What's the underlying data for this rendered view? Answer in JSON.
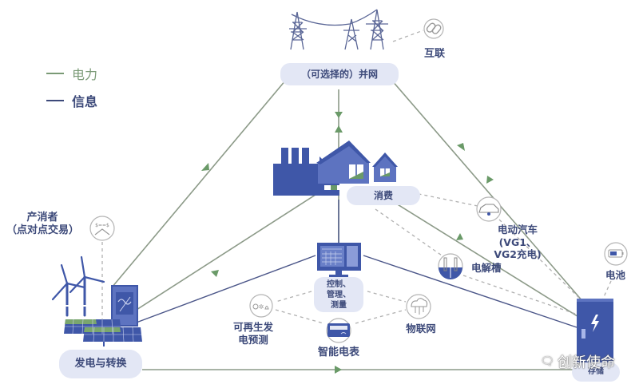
{
  "colors": {
    "power": "#7a9a76",
    "info": "#3d4a7a",
    "arrow_green": "#6a9a68",
    "icon_blue": "#3f57a8",
    "pill_bg": "#e3e7f5",
    "dashed": "#a8a8a8"
  },
  "legend": [
    {
      "label": "电力",
      "type": "power"
    },
    {
      "label": "信息",
      "type": "info"
    }
  ],
  "nodes": {
    "grid": {
      "label": "（可选择的）并网",
      "icon": "power-tower-icon"
    },
    "interconnect": {
      "label": "互联",
      "icon": "chain-link-icon"
    },
    "consumption": {
      "label": "消费",
      "icon": "factory-house-icon"
    },
    "prosumer": {
      "label": "产消者\n（点对点交易）",
      "line1": "产消者",
      "line2": "（点对点交易）",
      "icon": "currency-exchange-icon"
    },
    "generation": {
      "label": "发电与转换",
      "icon": "wind-solar-icon"
    },
    "control": {
      "line1": "控制、",
      "line2": "管理、",
      "line3": "测量",
      "icon": "monitor-icon"
    },
    "renewable_forecast": {
      "line1": "可再生发",
      "line2": "电预测",
      "icon": "weather-icon"
    },
    "smart_meter": {
      "label": "智能电表",
      "icon": "smart-meter-icon"
    },
    "iot": {
      "label": "物联网",
      "icon": "cloud-network-icon"
    },
    "ev": {
      "line1": "电动汽车",
      "line2": "(VG1、",
      "line3": "VG2充电)",
      "icon": "electric-car-icon"
    },
    "electrolyzer": {
      "label": "电解槽",
      "icon": "electrolyzer-icon"
    },
    "battery": {
      "label": "电池",
      "icon": "battery-icon"
    },
    "storage": {
      "label": "存储",
      "icon": "storage-cabinet-icon"
    }
  },
  "watermark": {
    "label": "创新使命",
    "icon": "wechat-icon"
  }
}
